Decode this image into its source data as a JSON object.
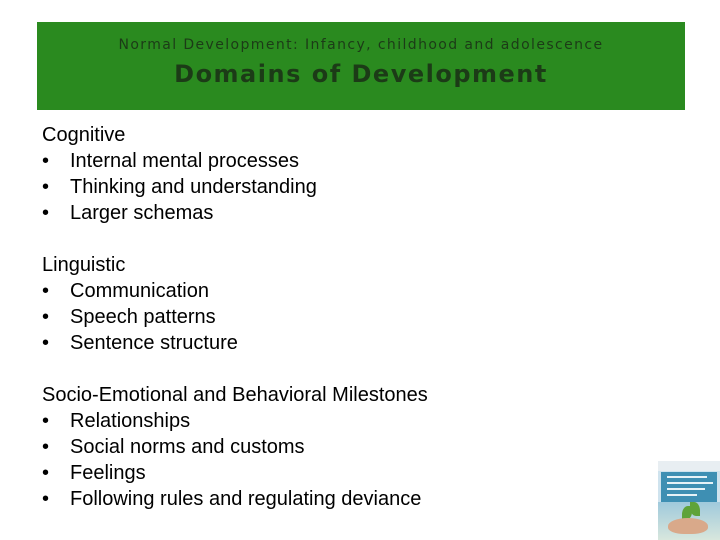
{
  "header": {
    "subtitle": "Normal Development: Infancy, childhood and adolescence",
    "title": "Domains of Development",
    "background_color": "#2a8a1f",
    "text_color": "#1c3b17"
  },
  "sections": [
    {
      "heading": "Cognitive",
      "items": [
        "Internal mental processes",
        "Thinking and understanding",
        "Larger schemas"
      ]
    },
    {
      "heading": "Linguistic",
      "items": [
        "Communication",
        "Speech patterns",
        "Sentence structure"
      ]
    },
    {
      "heading": "Socio-Emotional and Behavioral Milestones",
      "items": [
        "Relationships",
        "Social norms and customs",
        "Feelings",
        "Following rules and regulating deviance"
      ]
    }
  ],
  "bullet_glyph": "•",
  "book_cover_icon": "book-cover-thumbnail"
}
